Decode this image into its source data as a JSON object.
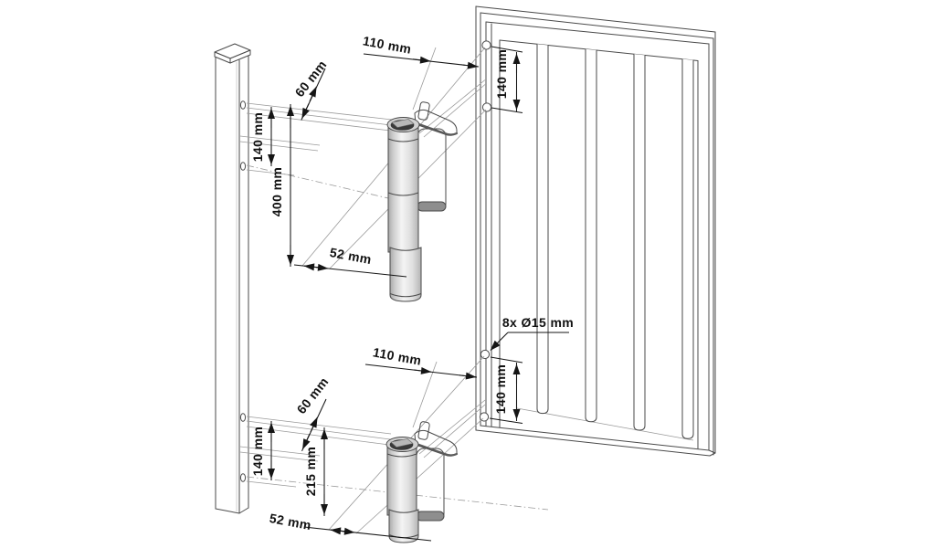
{
  "dimensions": {
    "top": {
      "d110": "110 mm",
      "d60": "60 mm",
      "d140_post": "140 mm",
      "d400": "400 mm",
      "d52": "52 mm",
      "d140_gate": "140 mm"
    },
    "bottom": {
      "d110": "110 mm",
      "d60": "60 mm",
      "d140_post": "140 mm",
      "d215": "215 mm",
      "d52": "52 mm",
      "d140_gate": "140 mm"
    },
    "drill_note": "8x Ø15 mm"
  },
  "colors": {
    "background": "#ffffff",
    "outline": "#4a4a4a",
    "construction": "#9a9a9a",
    "dimension": "#151515",
    "hinge_fill": "#e4e4e4",
    "hinge_shade": "#8e8e8e",
    "hinge_dark": "#3a3a3a"
  }
}
